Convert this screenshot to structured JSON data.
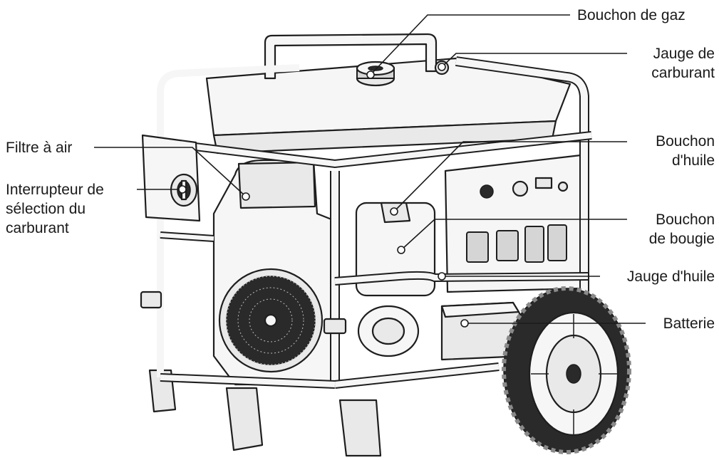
{
  "labels": {
    "gas_cap": "Bouchon de gaz",
    "fuel_gauge": [
      "Jauge de",
      "carburant"
    ],
    "air_filter": "Filtre à air",
    "fuel_selector": [
      "Interrupteur de",
      "sélection du",
      "carburant"
    ],
    "oil_cap": [
      "Bouchon",
      "d'huile"
    ],
    "spark_plug_cap": [
      "Bouchon",
      "de bougie"
    ],
    "oil_dipstick": "Jauge d'huile",
    "battery": "Batterie"
  }
}
